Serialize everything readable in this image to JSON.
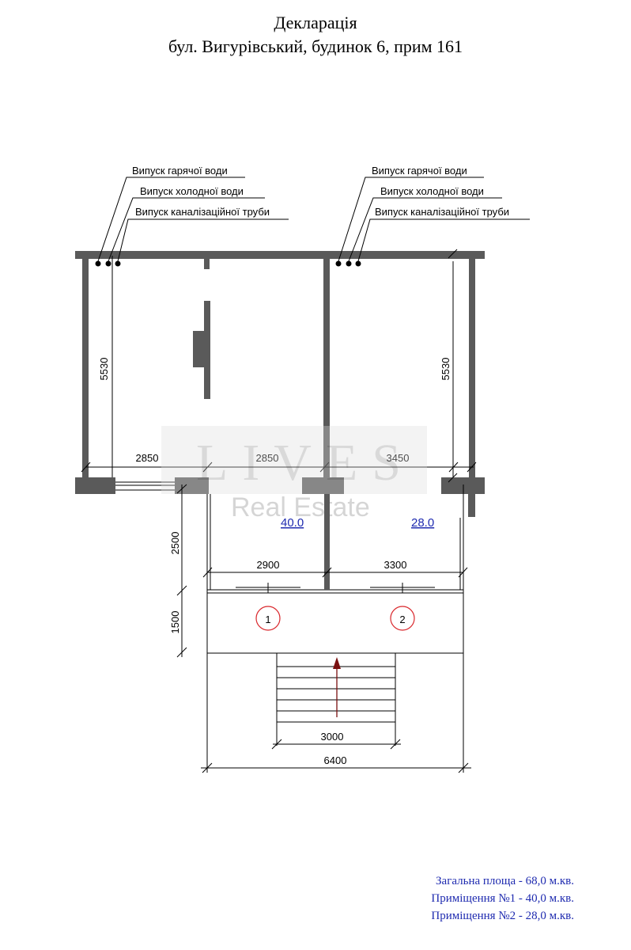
{
  "header": {
    "title": "Декларація",
    "address": "бул. Вигурівський, будинок 6, прим 161"
  },
  "outlet_labels": {
    "hot_water": "Випуск гарячої води",
    "cold_water": "Випуск холодної води",
    "sewer_pipe": "Випуск каналізаційної труби"
  },
  "dimensions": {
    "left_height": "5530",
    "right_height": "5530",
    "width_left": "2850",
    "width_middle": "2850",
    "width_right": "3450",
    "porch_depth": "2500",
    "porch_left": "2900",
    "porch_right": "3300",
    "landing_depth": "1500",
    "stairs_width": "3000",
    "total_width": "6400"
  },
  "areas": {
    "room1": "40.0",
    "room2": "28.0"
  },
  "room_markers": {
    "room1": "1",
    "room2": "2"
  },
  "watermark": {
    "brand": "LIVES",
    "subtitle": "Real Estate"
  },
  "summary": {
    "total": "Загальна площа - 68,0 м.кв.",
    "room1": "Приміщення №1 - 40,0 м.кв.",
    "room2": "Приміщення №2 - 28,0 м.кв."
  },
  "colors": {
    "wall": "#5a5a5a",
    "area_text": "#1f2bb0",
    "marker": "#d9262b",
    "arrow": "#7a1010"
  }
}
